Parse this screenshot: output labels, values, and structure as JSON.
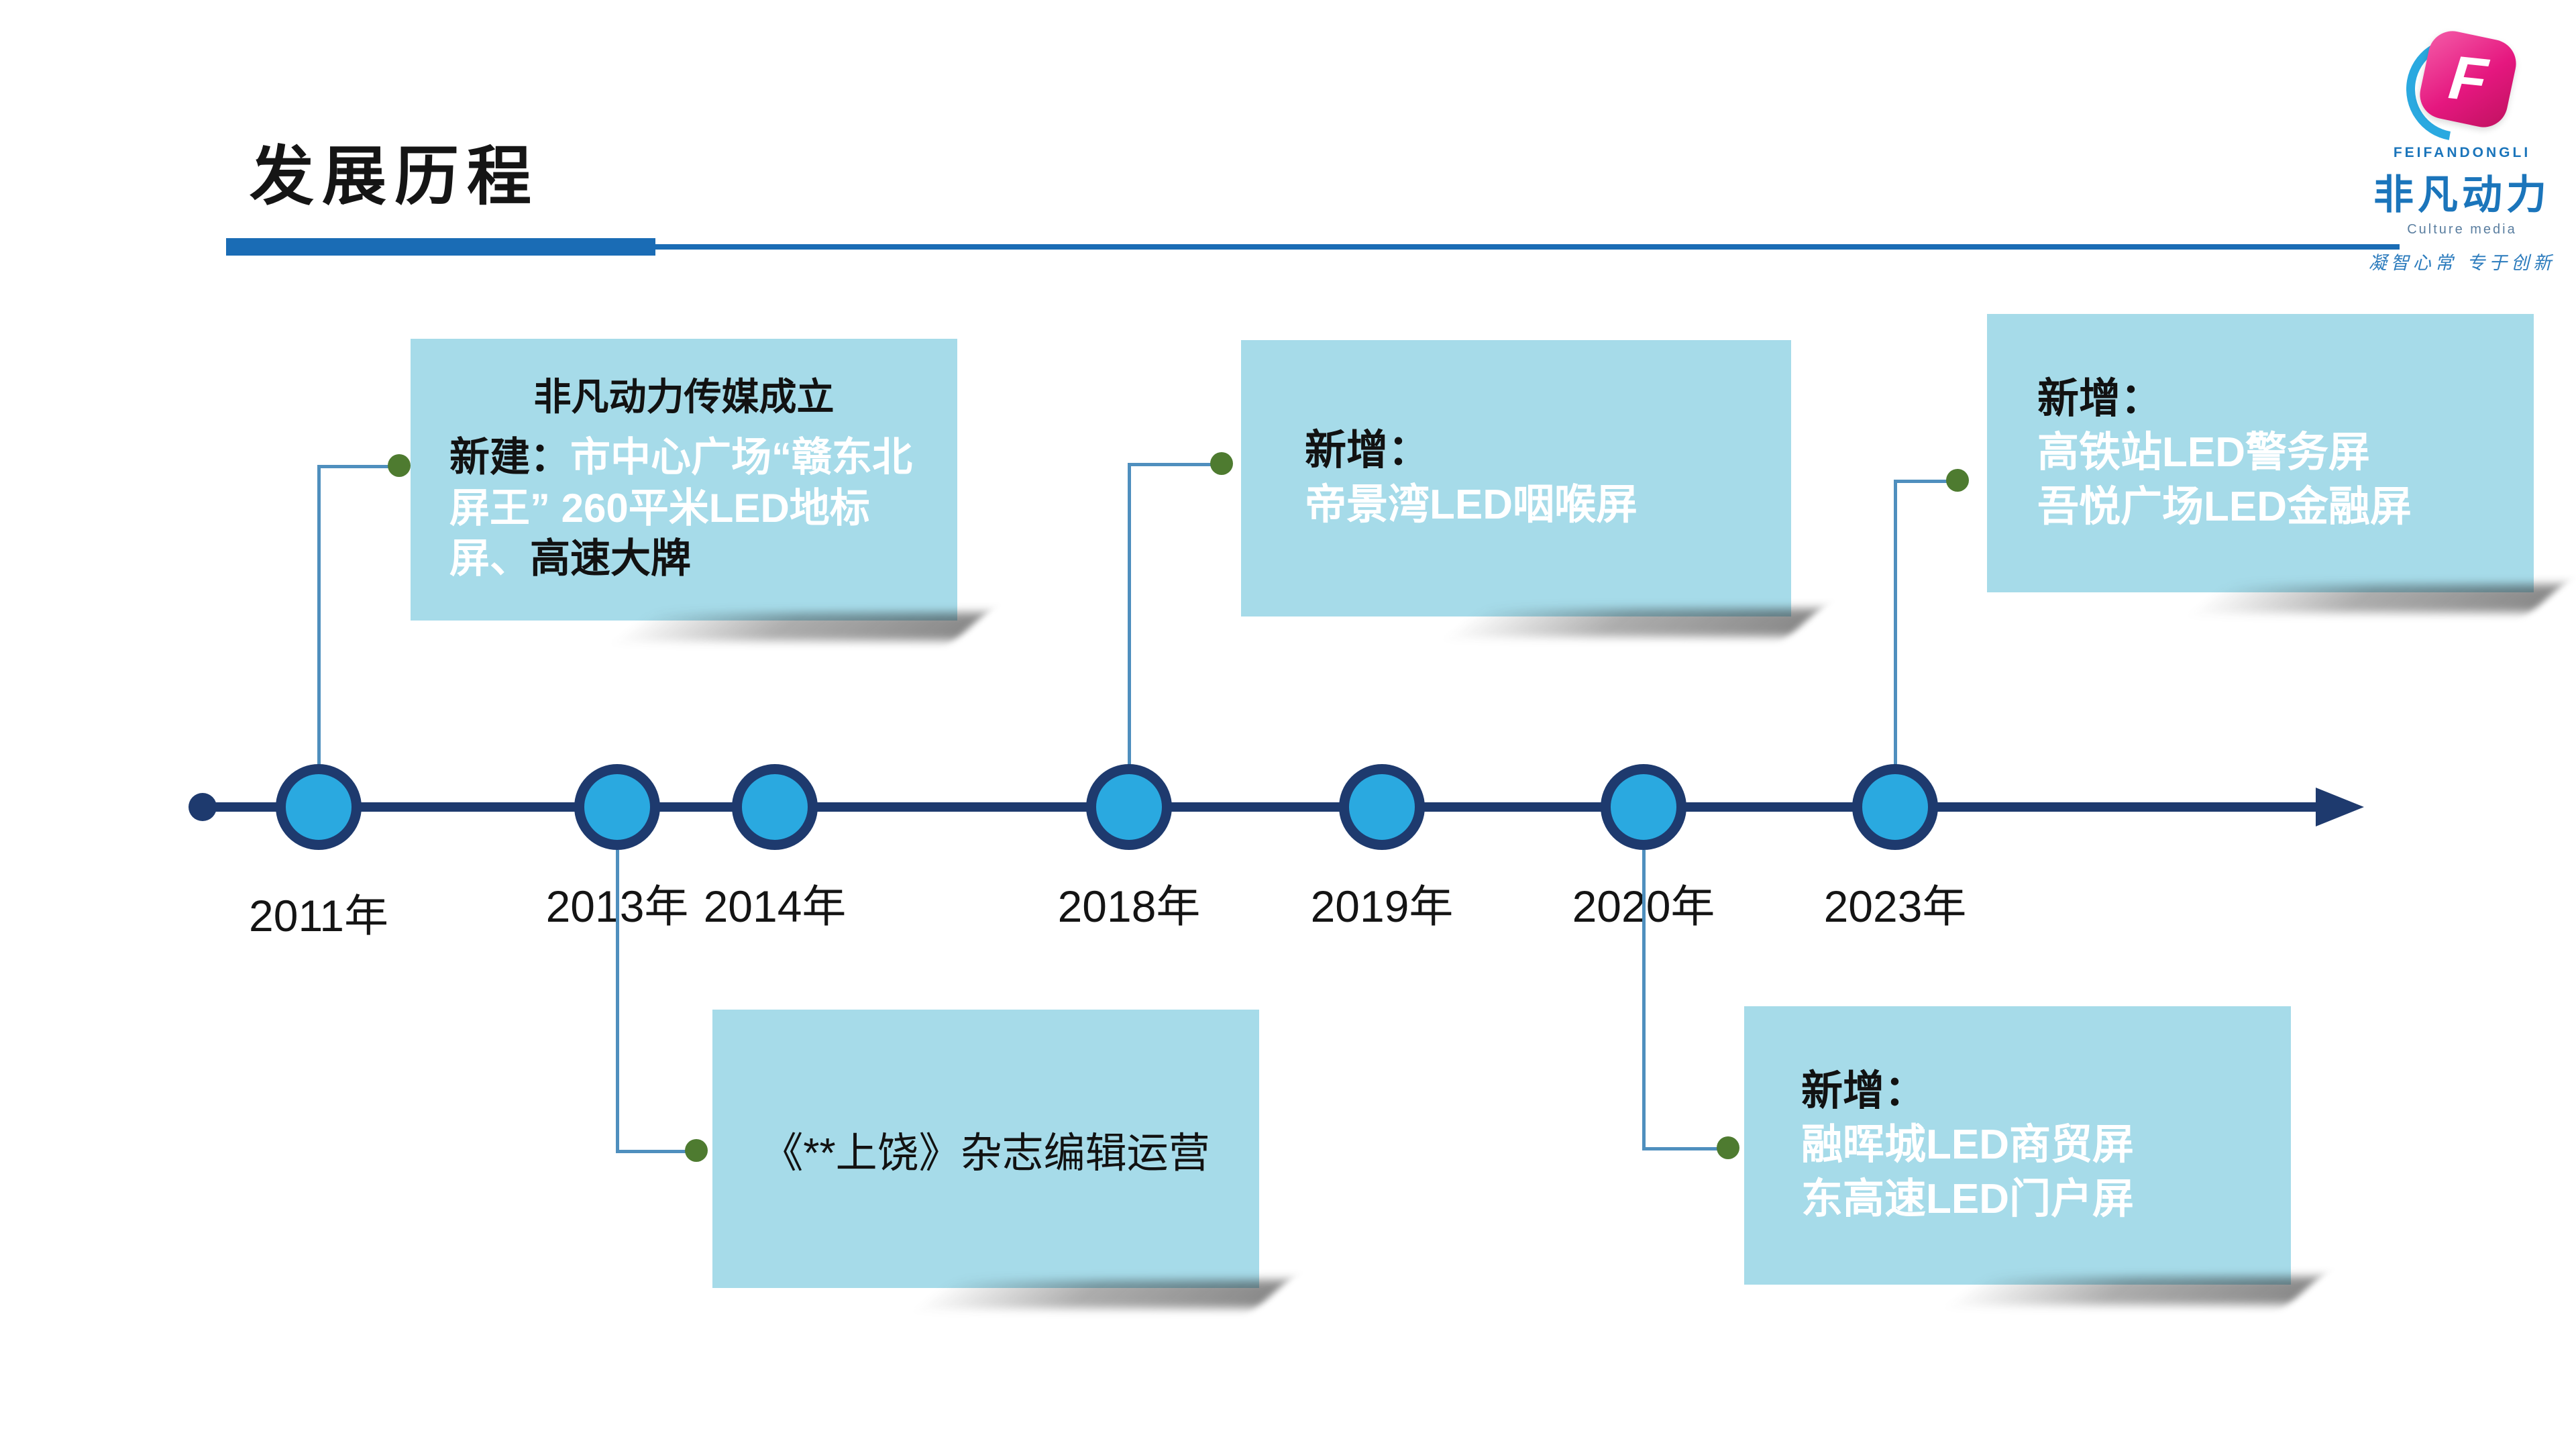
{
  "page": {
    "title": "发展历程"
  },
  "logo": {
    "letter": "F",
    "brand_en": "FEIFANDONGLI",
    "brand_cn": "非凡动力",
    "subtitle": "Culture media",
    "slogan": "凝智心常 专于创新"
  },
  "timeline": {
    "years": [
      "2011年",
      "2013年",
      "2014年",
      "2018年",
      "2019年",
      "2020年",
      "2023年"
    ]
  },
  "callouts": [
    {
      "year": "2011",
      "title": "非凡动力传媒成立",
      "prefix": "新建：",
      "highlight": "市中心广场“赣东北屏王” 260平米LED地标屏、",
      "suffix": "高速大牌"
    },
    {
      "year": "2013",
      "text": "《**上饶》杂志编辑运营"
    },
    {
      "year": "2018",
      "prefix": "新增：",
      "lines": [
        "帝景湾LED咽喉屏"
      ]
    },
    {
      "year": "2020",
      "prefix": "新增：",
      "lines": [
        "融晖城LED商贸屏",
        "东高速LED门户屏"
      ]
    },
    {
      "year": "2023",
      "prefix": "新增：",
      "lines": [
        "高铁站LED警务屏",
        "吾悦广场LED金融屏"
      ]
    }
  ],
  "colors": {
    "axis_navy": "#1e3a6e",
    "node_blue": "#2aa9e0",
    "callout_fill": "#a6dbe9",
    "connector_blue": "#4f8fbe",
    "connector_dot_green": "#4e7b30",
    "rule_blue": "#1a6cb5",
    "brand_pink": "#e5177f",
    "brand_blue": "#1b75bb",
    "highlight_text": "#ffffff"
  }
}
